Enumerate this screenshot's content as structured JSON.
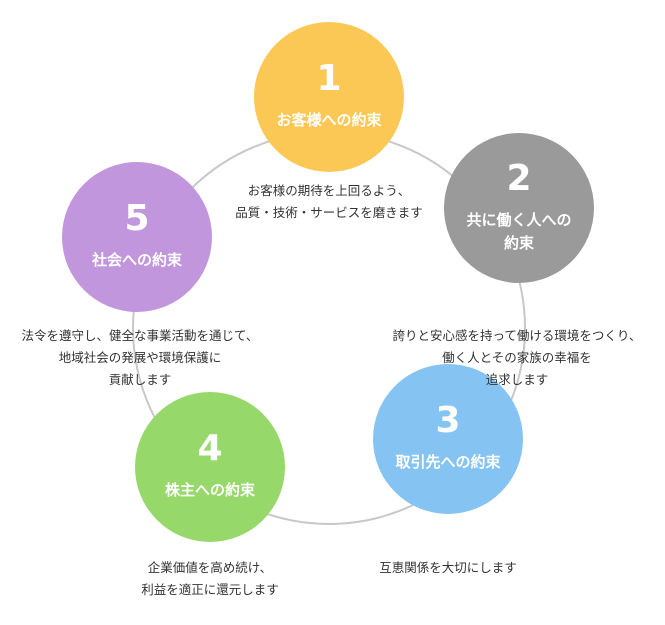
{
  "colors": {
    "ring": "#c8c8c8",
    "node1": "#fcc855",
    "node2": "#9a9a9a",
    "node3": "#85c4f2",
    "node4": "#96d86a",
    "node5": "#c196dd"
  },
  "nodes": [
    {
      "num": "1",
      "title_lines": [
        "お客様への約束"
      ],
      "desc_lines": [
        "お客様の期待を上回るよう、",
        "品質・技術・サービスを磨きます"
      ]
    },
    {
      "num": "2",
      "title_lines": [
        "共に働く人への",
        "約束"
      ],
      "desc_lines": [
        "誇りと安心感を持って働ける環境をつくり、",
        "働く人とその家族の幸福を",
        "追求します"
      ]
    },
    {
      "num": "3",
      "title_lines": [
        "取引先への約束"
      ],
      "desc_lines": [
        "互恵関係を大切にします"
      ]
    },
    {
      "num": "4",
      "title_lines": [
        "株主への約束"
      ],
      "desc_lines": [
        "企業価値を高め続け、",
        "利益を適正に還元します"
      ]
    },
    {
      "num": "5",
      "title_lines": [
        "社会への約束"
      ],
      "desc_lines": [
        "法令を遵守し、健全な事業活動を通じて、",
        "地域社会の発展や環境保護に",
        "貢献します"
      ]
    }
  ]
}
